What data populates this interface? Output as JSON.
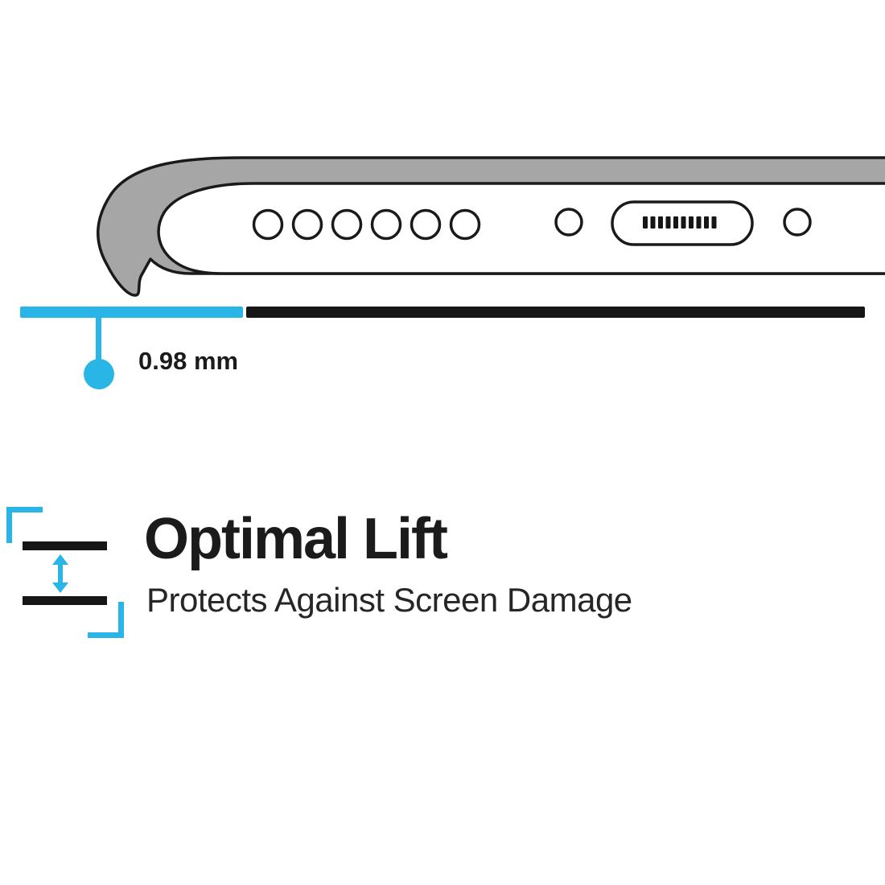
{
  "colors": {
    "accent": "#29b5e6",
    "ink": "#161616",
    "outline": "#1a1a1a",
    "case_gray": "#a6a6a6",
    "background": "#ffffff"
  },
  "measurement": {
    "label": "0.98 mm"
  },
  "feature": {
    "title": "Optimal Lift",
    "subtitle": "Protects Against Screen Damage"
  },
  "icons": {
    "lift_gap": "lift-gap-icon",
    "double_arrow": "vertical-double-arrow-icon"
  }
}
